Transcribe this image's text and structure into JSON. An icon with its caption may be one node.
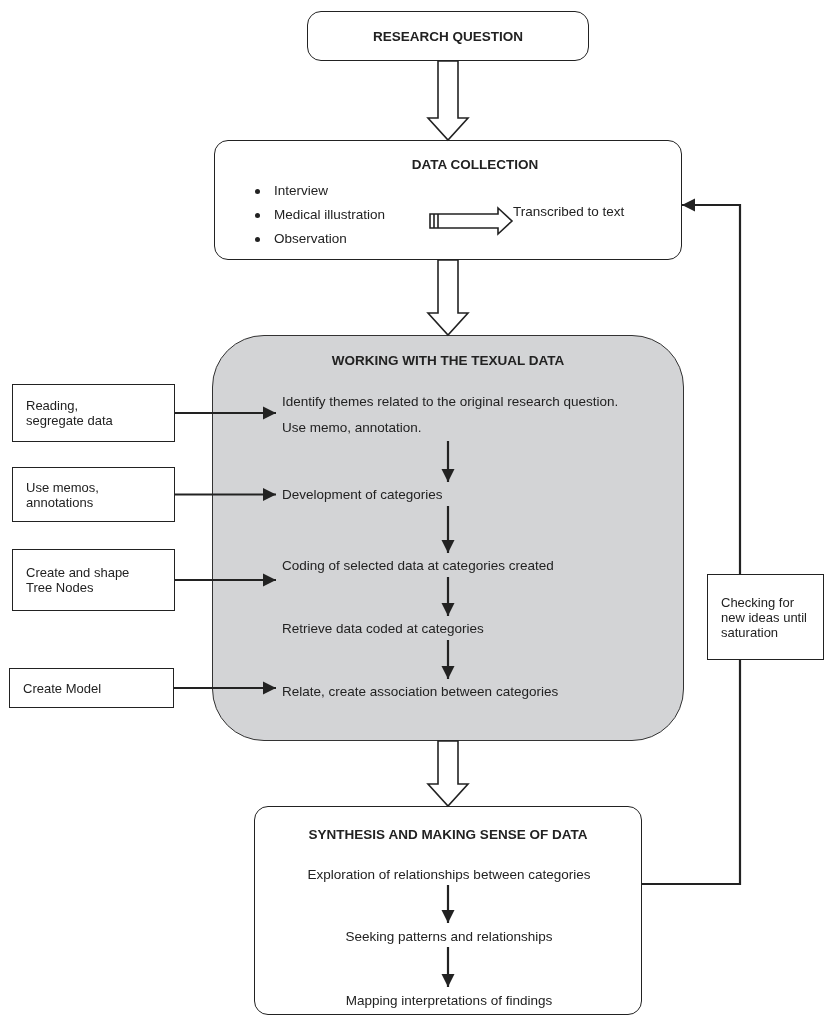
{
  "diagram": {
    "nodes": [
      {
        "text": [
          "RESEARCH QUESTION"
        ]
      },
      {
        "text": [
          "DATA COLLECTION"
        ]
      },
      {
        "text": [
          "Interview",
          "Medical illustration",
          "Observation"
        ],
        "in": 1
      },
      {
        "text": [
          "Transcribed to text"
        ],
        "in": 1
      },
      {
        "text": [
          "WORKING WITH THE TEXUAL DATA"
        ]
      },
      {
        "text": [
          "Identify themes related to the original research question. Use memo, annotation."
        ],
        "in": 4
      },
      {
        "text": [
          "Development of categories"
        ],
        "in": 4
      },
      {
        "text": [
          "Coding of selected data at categories created"
        ],
        "in": 4
      },
      {
        "text": [
          "Retrieve data coded at categories"
        ],
        "in": 4
      },
      {
        "text": [
          "Relate, create association between categories"
        ],
        "in": 4
      },
      {
        "text": [
          "Reading, segregate data"
        ]
      },
      {
        "text": [
          "Use memos, annotations"
        ]
      },
      {
        "text": [
          "Create and shape Tree Nodes"
        ]
      },
      {
        "text": [
          "Create Model"
        ]
      },
      {
        "text": [
          "SYNTHESIS AND MAKING SENSE OF DATA"
        ]
      },
      {
        "text": [
          "Exploration of relationships between categories"
        ],
        "in": 14
      },
      {
        "text": [
          "Seeking patterns and relationships"
        ],
        "in": 14
      },
      {
        "text": [
          "Mapping interpretations of findings"
        ],
        "in": 14
      },
      {
        "text": [
          "Checking for new ideas until saturation"
        ]
      }
    ],
    "edges": [
      {
        "from": 0,
        "to": 1,
        "arrow": "to",
        "style": "thick"
      },
      {
        "from": 2,
        "to": 3,
        "arrow": "to",
        "style": "thick"
      },
      {
        "from": 1,
        "to": 4,
        "arrow": "to",
        "style": "thick"
      },
      {
        "from": 5,
        "to": 6,
        "arrow": "to"
      },
      {
        "from": 6,
        "to": 7,
        "arrow": "to"
      },
      {
        "from": 7,
        "to": 8,
        "arrow": "to"
      },
      {
        "from": 8,
        "to": 9,
        "arrow": "to"
      },
      {
        "from": 10,
        "to": 5,
        "arrow": "to"
      },
      {
        "from": 11,
        "to": 6,
        "arrow": "to"
      },
      {
        "from": 12,
        "to": 7,
        "arrow": "to"
      },
      {
        "from": 13,
        "to": 9,
        "arrow": "to"
      },
      {
        "from": 4,
        "to": 14,
        "arrow": "to",
        "style": "thick"
      },
      {
        "from": 15,
        "to": 16,
        "arrow": "to"
      },
      {
        "from": 16,
        "to": 17,
        "arrow": "to"
      },
      {
        "from": 14,
        "to": 18,
        "arrow": "none"
      },
      {
        "from": 18,
        "to": 1,
        "arrow": "to"
      }
    ]
  }
}
